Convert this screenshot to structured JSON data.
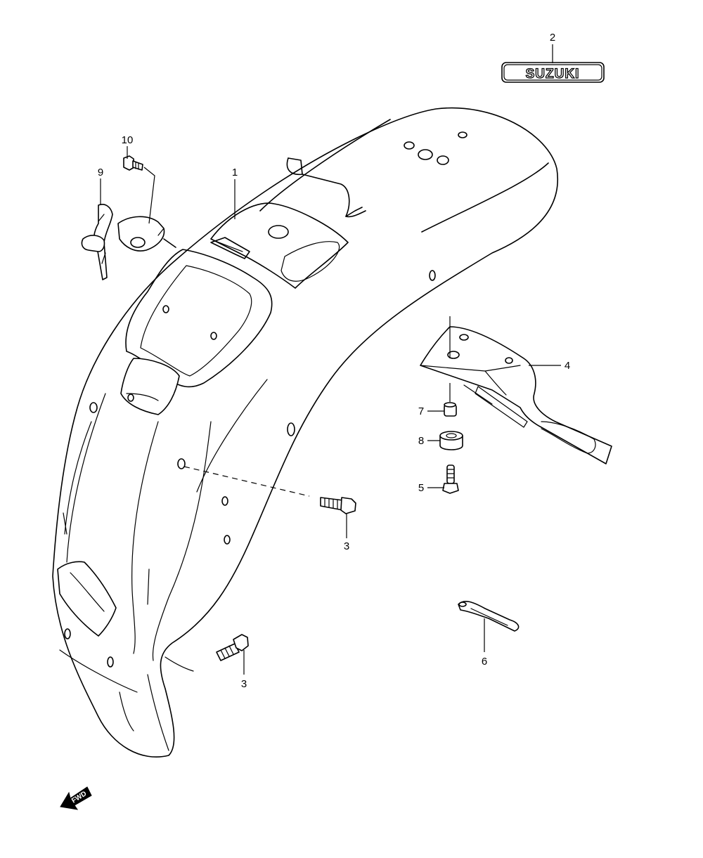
{
  "brand": {
    "logo_text": "SUZUKI"
  },
  "direction_indicator": {
    "text": "FWD"
  },
  "callouts": [
    {
      "id": "c1",
      "label": "1"
    },
    {
      "id": "c2",
      "label": "2"
    },
    {
      "id": "c3a",
      "label": "3"
    },
    {
      "id": "c3b",
      "label": "3"
    },
    {
      "id": "c4",
      "label": "4"
    },
    {
      "id": "c5",
      "label": "5"
    },
    {
      "id": "c6",
      "label": "6"
    },
    {
      "id": "c7",
      "label": "7"
    },
    {
      "id": "c8",
      "label": "8"
    },
    {
      "id": "c9",
      "label": "9"
    },
    {
      "id": "c10",
      "label": "10"
    }
  ]
}
